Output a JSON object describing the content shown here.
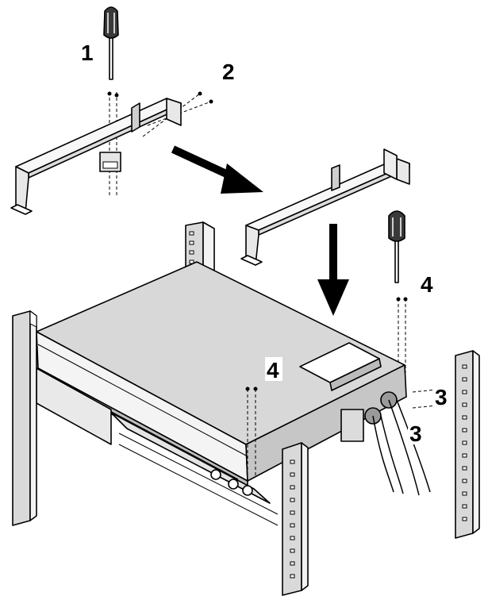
{
  "steps": {
    "step1": "1",
    "step2": "2",
    "step3a": "3",
    "step3b": "3",
    "step4a": "4",
    "step4b": "4"
  },
  "colors": {
    "outline": "#000000",
    "panel_light": "#f2f2f2",
    "panel_mid": "#d6d6d6",
    "panel_dark": "#bdbdbd",
    "background": "#ffffff"
  },
  "icons": [
    "screwdriver-icon",
    "screwdriver-icon",
    "arrow-right-icon",
    "arrow-down-icon",
    "screw-icon"
  ]
}
